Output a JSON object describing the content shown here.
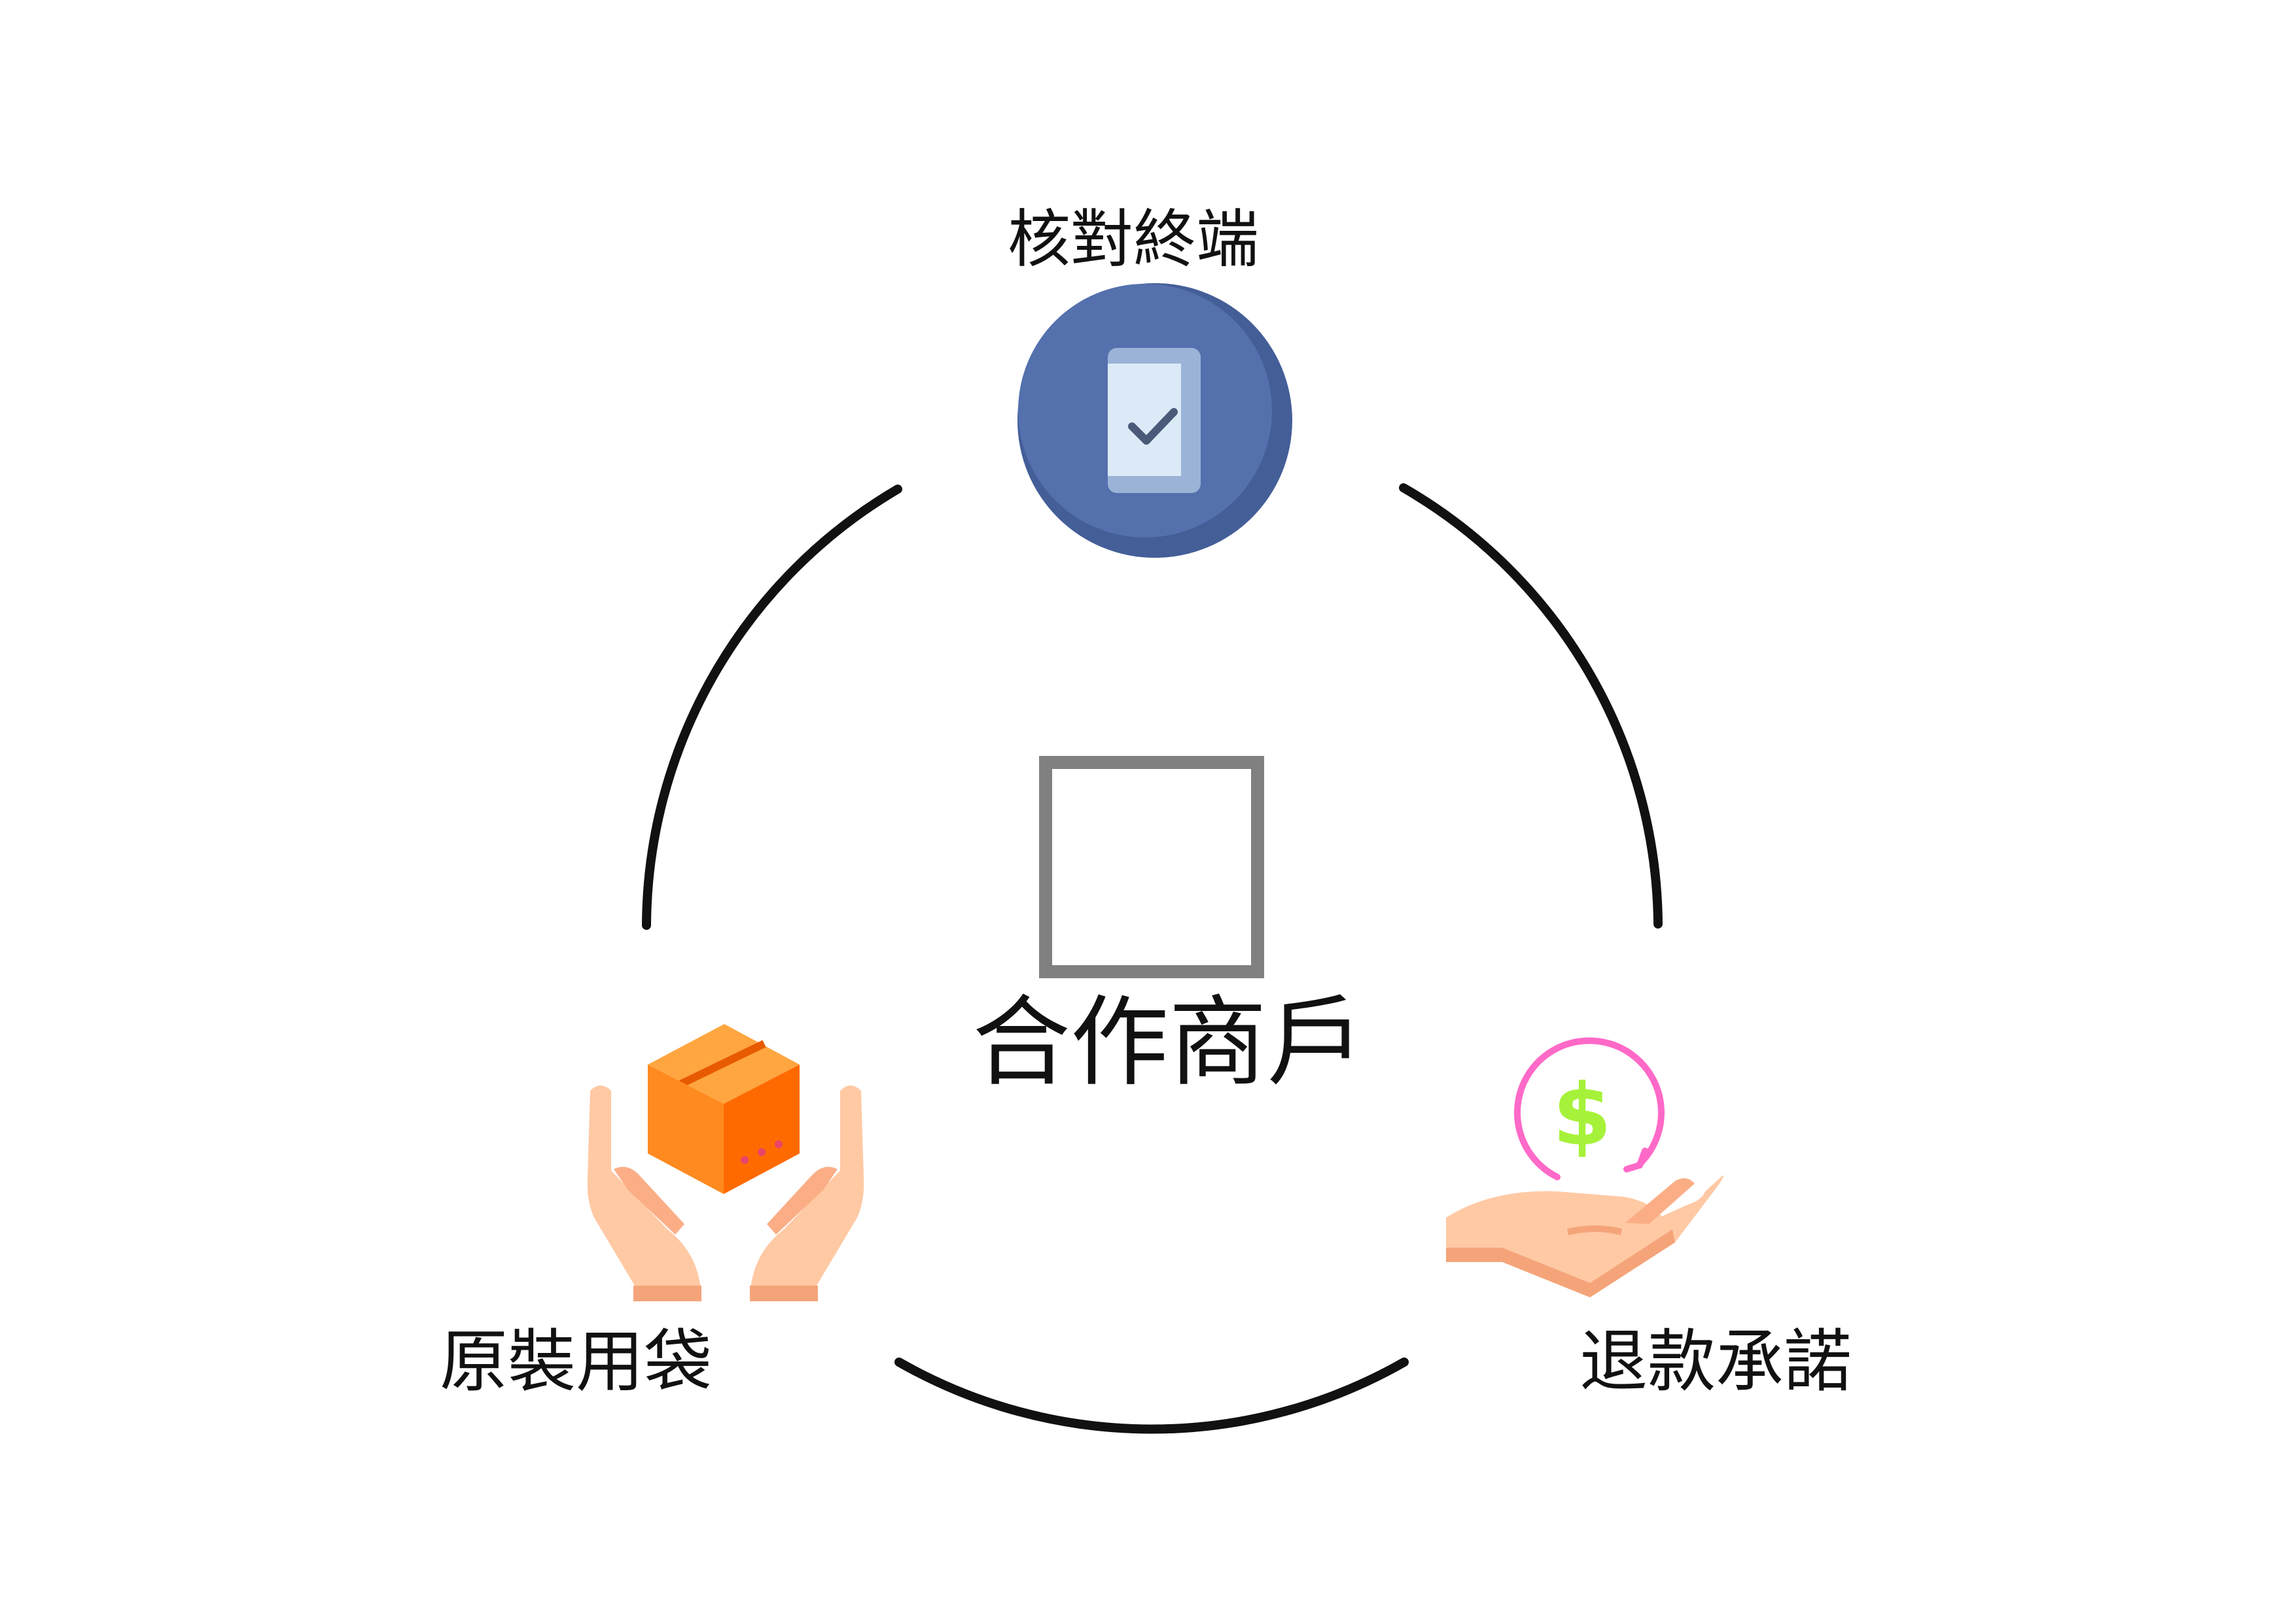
{
  "center": {
    "title": "合作商戶",
    "placeholder_icon": "empty-square-icon"
  },
  "nodes": [
    {
      "key": "top",
      "label": "核對終端",
      "icon": "phone-check-icon",
      "accent": "#5470AD"
    },
    {
      "key": "left",
      "label": "原裝用袋",
      "icon": "hands-box-icon",
      "accent": "#FF8A1F"
    },
    {
      "key": "right",
      "label": "退款承諾",
      "icon": "hand-money-refund-icon",
      "accent": "#FF69C8"
    }
  ],
  "colors": {
    "ring": "#111111",
    "placeholder": "#808080",
    "background": "#FFFFFF"
  }
}
